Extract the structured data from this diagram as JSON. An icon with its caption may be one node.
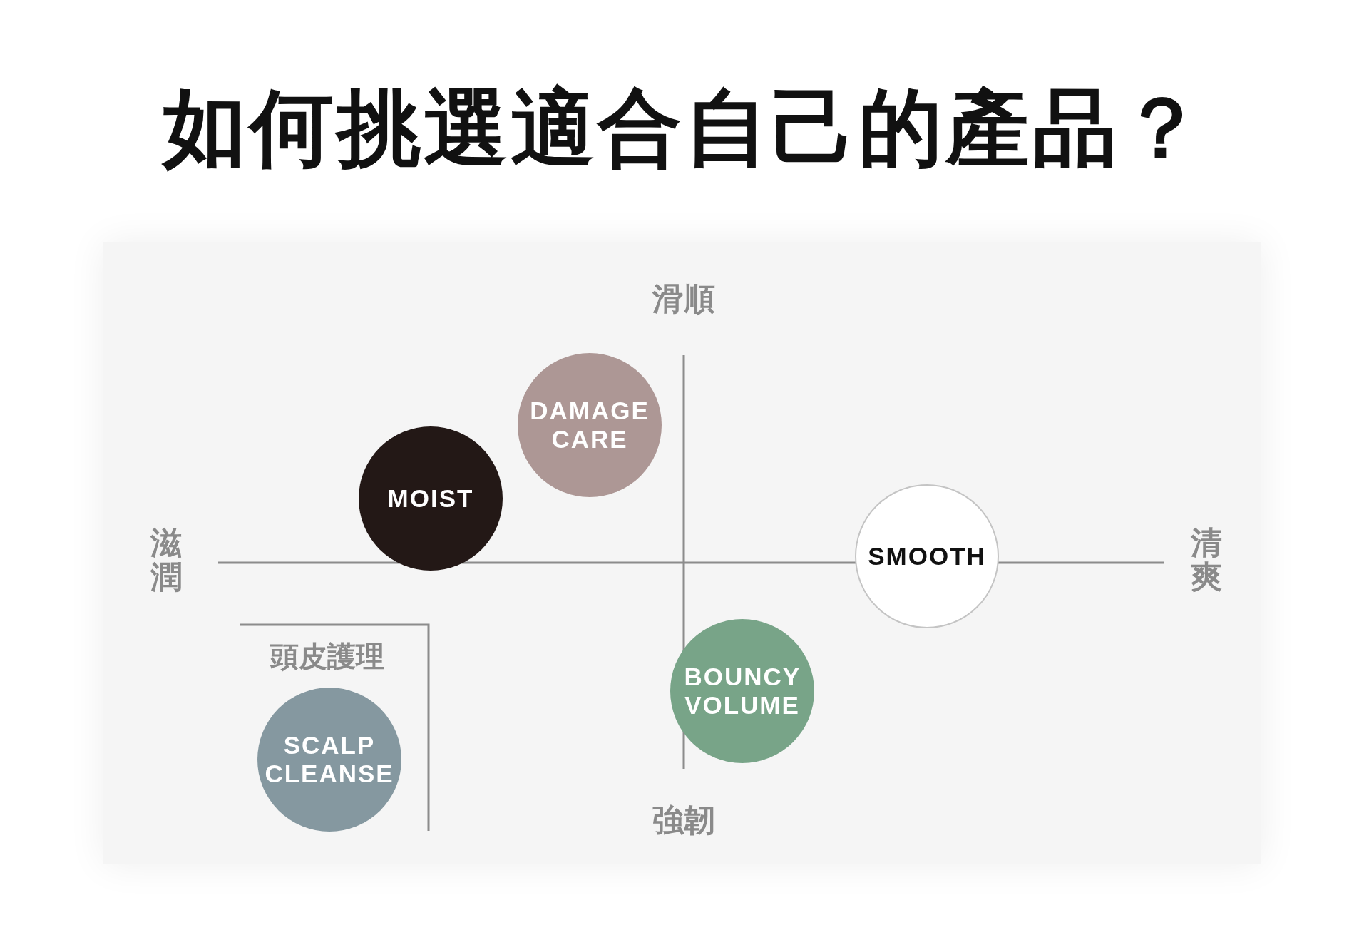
{
  "diagram": {
    "title": "如何挑選適合自己的產品？",
    "nodes": [
      {
        "text": [
          "DAMAGE CARE"
        ]
      },
      {
        "text": [
          "MOIST"
        ]
      },
      {
        "text": [
          "SMOOTH"
        ]
      },
      {
        "text": [
          "BOUNCY VOLUME"
        ]
      },
      {
        "text": [
          "SCALP CLEANSE"
        ]
      }
    ],
    "labels": [
      "滑順",
      "滋潤",
      "清爽",
      "頭皮護理",
      "強韌"
    ]
  }
}
